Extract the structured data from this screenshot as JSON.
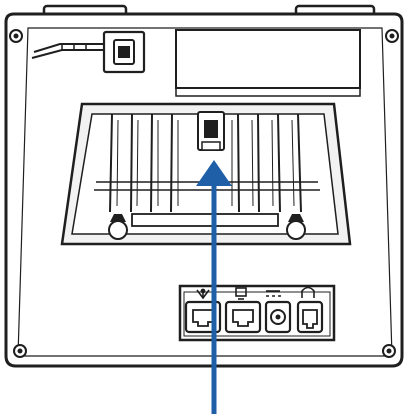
{
  "diagram": {
    "subject": "ip-phone-back-panel",
    "colors": {
      "outline": "#1f1f1f",
      "body_fill": "#ffffff",
      "mount_fill": "#f2f2f2",
      "port_fill": "#ffffff",
      "arrow": "#1f5fa8"
    },
    "ports": [
      {
        "id": "lan",
        "icon": "network-icon"
      },
      {
        "id": "pc",
        "icon": "computer-icon"
      },
      {
        "id": "power",
        "icon": "power-dc-icon"
      },
      {
        "id": "headset",
        "icon": "headset-icon"
      }
    ],
    "callout": {
      "target": "handset-hook-switch",
      "icon": "arrow-up-icon"
    }
  }
}
